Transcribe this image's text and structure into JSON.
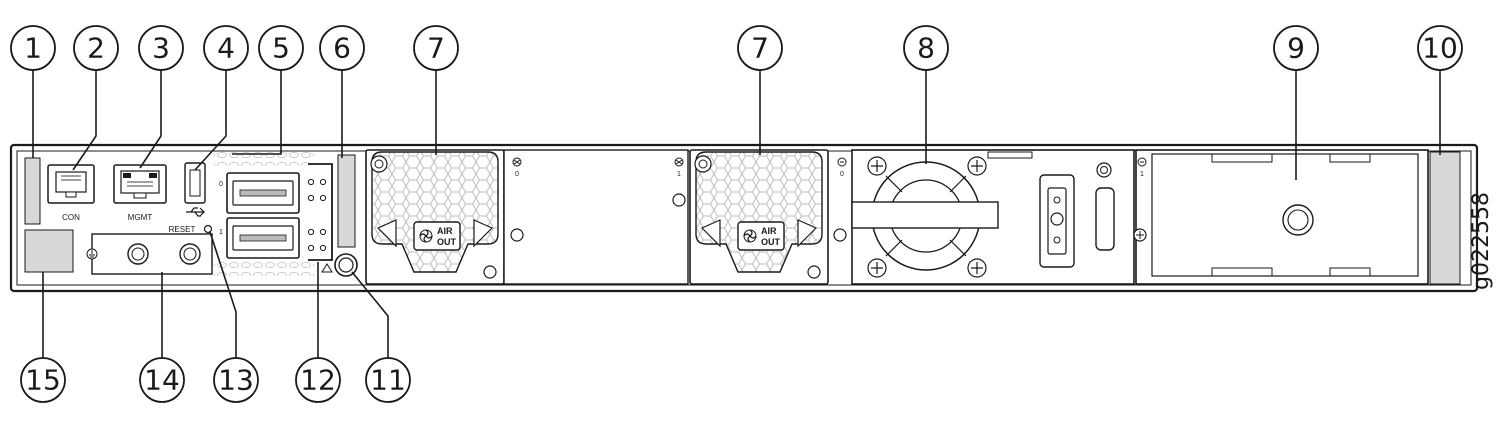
{
  "figure_id": "g022558",
  "port_labels": {
    "con": "CON",
    "mgmt": "MGMT",
    "reset": "RESET",
    "air_out": [
      "AIR",
      "OUT"
    ],
    "slot_0": "0",
    "slot_1": "1"
  },
  "callouts": [
    {
      "id": "c1",
      "number": "1"
    },
    {
      "id": "c2",
      "number": "2"
    },
    {
      "id": "c3",
      "number": "3"
    },
    {
      "id": "c4",
      "number": "4"
    },
    {
      "id": "c5",
      "number": "5"
    },
    {
      "id": "c6",
      "number": "6"
    },
    {
      "id": "c7a",
      "number": "7"
    },
    {
      "id": "c7b",
      "number": "7"
    },
    {
      "id": "c8",
      "number": "8"
    },
    {
      "id": "c9",
      "number": "9"
    },
    {
      "id": "c10",
      "number": "10"
    },
    {
      "id": "c15",
      "number": "15"
    },
    {
      "id": "c14",
      "number": "14"
    },
    {
      "id": "c13",
      "number": "13"
    },
    {
      "id": "c12",
      "number": "12"
    },
    {
      "id": "c11",
      "number": "11"
    }
  ],
  "colors": {
    "outline": "#1a1a1a",
    "label_gray": "#d8d8d8",
    "chassis_fill": "#ffffff",
    "mesh": "#cfcfcf"
  }
}
